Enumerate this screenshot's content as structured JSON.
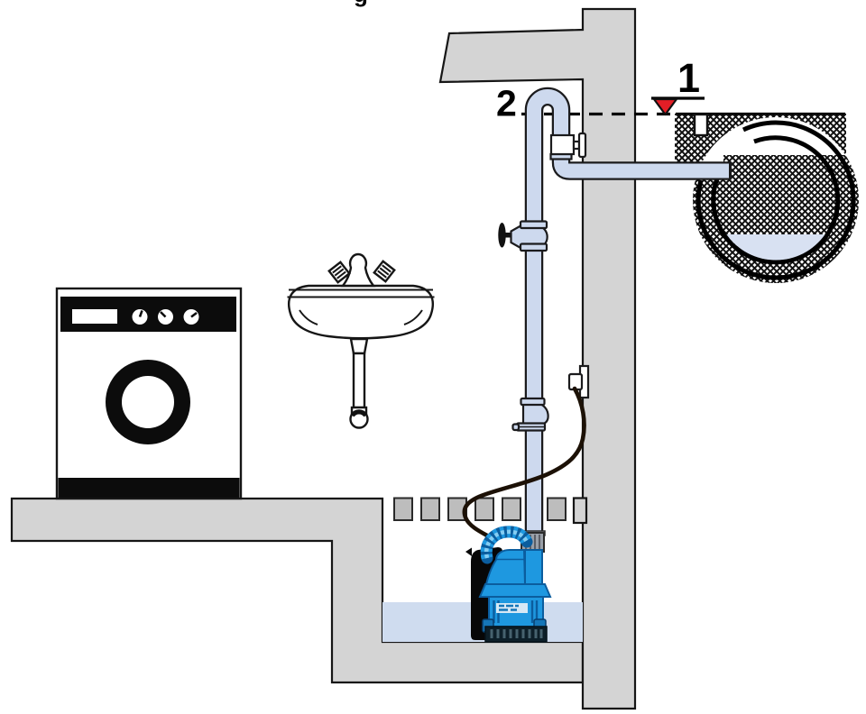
{
  "figure": {
    "caption_fragment": "g",
    "annotations": {
      "ground_level_label": "1",
      "backflow_loop_label": "2"
    },
    "colors": {
      "wall-gray": "#d4d4d4",
      "grate-gray": "#bdbdbd",
      "outline": "#161616",
      "pipe-blue": "#cdd9ee",
      "pit-water-blue": "#cfdcef",
      "sewer-water-blue": "#d8e1f2",
      "pump-blue": "#1e98e0",
      "pump-dark-blue": "#0b5d9e",
      "pump-light-blue": "#85cdf2",
      "marker-red": "#e31e26",
      "cable-brown": "#1c1106"
    },
    "components": [
      "washing-machine",
      "washbasin",
      "submersible-pump",
      "sump-pit",
      "floor-grate",
      "discharge-pipe",
      "backflow-loop",
      "gate-valve",
      "non-return-valve",
      "union-fitting",
      "power-outlet",
      "power-cable",
      "sewer-pipe",
      "ground-level-marker",
      "ceiling-slab",
      "basement-wall"
    ]
  }
}
